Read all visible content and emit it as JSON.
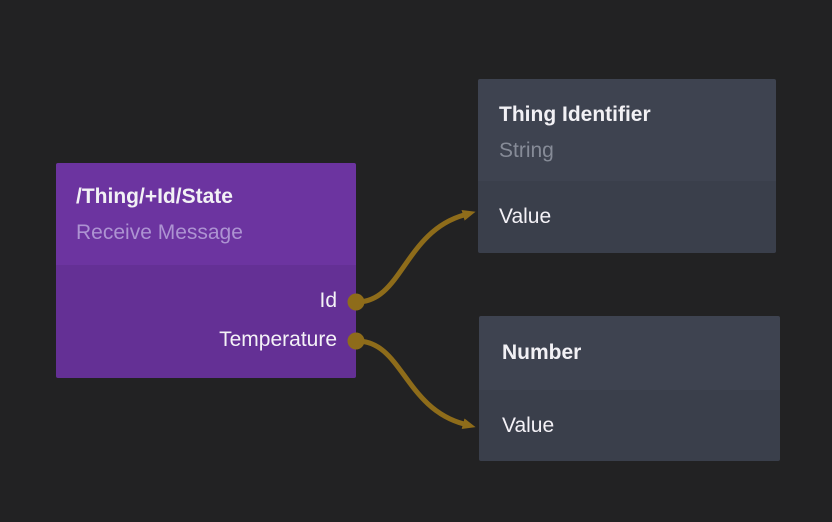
{
  "canvas": {
    "type": "flow-editor-node-graph"
  },
  "colors": {
    "background": "#222223",
    "purple_header": "#6c34a0",
    "purple_body": "#643095",
    "gray_header": "#3e4350",
    "gray_body": "#3a3f4b",
    "wire": "#8e6c1a",
    "title_text": "#f2f1f5",
    "purple_subtitle_text": "#ad93d2",
    "gray_subtitle_text": "#868b97"
  },
  "nodes": [
    {
      "title": "/Thing/+Id/State",
      "subtitle": "Receive Message",
      "outputs": [
        "Id",
        "Temperature"
      ]
    },
    {
      "title": "Thing Identifier",
      "subtitle": "String",
      "inputs": [
        "Value"
      ]
    },
    {
      "title": "Number",
      "inputs": [
        "Value"
      ]
    }
  ],
  "wires": [
    {
      "from": "/Thing/+Id/State.Id",
      "to": "Thing Identifier.Value"
    },
    {
      "from": "/Thing/+Id/State.Temperature",
      "to": "Number.Value"
    }
  ]
}
